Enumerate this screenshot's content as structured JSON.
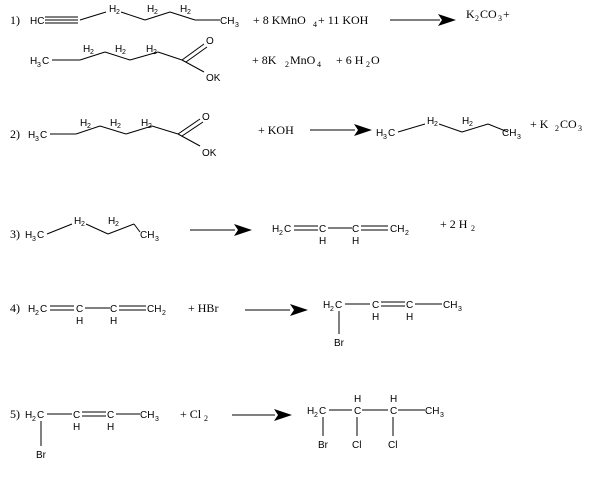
{
  "reactions": [
    {
      "number": "1)",
      "alkyne": {
        "hc": "HC",
        "h2": "H",
        "h2sub": "2",
        "ch3": "CH",
        "ch3sub": "3"
      },
      "plus_kmno4": {
        "pre": "+ 8 KMnO",
        "sub": "4"
      },
      "plus_koh": "+ 11 KOH",
      "product_k2co3": {
        "k": "K",
        "ksub": "2",
        "co": "CO",
        "cosub": "3",
        "tail": " +"
      },
      "carboxylate": {
        "h3c": "H",
        "h3csub": "3",
        "c": "C",
        "o": "O",
        "ok": "OK",
        "h2": "H",
        "h2sub": "2"
      },
      "plus_k2mno4": {
        "pre": "+ 8K",
        "sub": "2",
        "mid": "MnO",
        "sub2": "4"
      },
      "plus_water": {
        "pre": "+ 6 H",
        "sub": "2",
        "tail": "O"
      }
    },
    {
      "number": "2)",
      "plus_koh": "+ KOH",
      "plus_k2co3": {
        "pre": "+ K",
        "sub": "2",
        "mid": "CO",
        "sub2": "3"
      }
    },
    {
      "number": "3)",
      "plus_h2": {
        "pre": "+ 2 H",
        "sub": "2"
      }
    },
    {
      "number": "4)",
      "plus_hbr": "+ HBr"
    },
    {
      "number": "5)",
      "plus_cl2": {
        "pre": "+ Cl",
        "sub": "2"
      }
    }
  ],
  "atoms": {
    "h": "H",
    "h2": "H",
    "two": "2",
    "three": "3",
    "c": "C",
    "ch": "CH",
    "hc": "HC",
    "br": "Br",
    "cl": "Cl",
    "o": "O",
    "ok": "OK"
  }
}
